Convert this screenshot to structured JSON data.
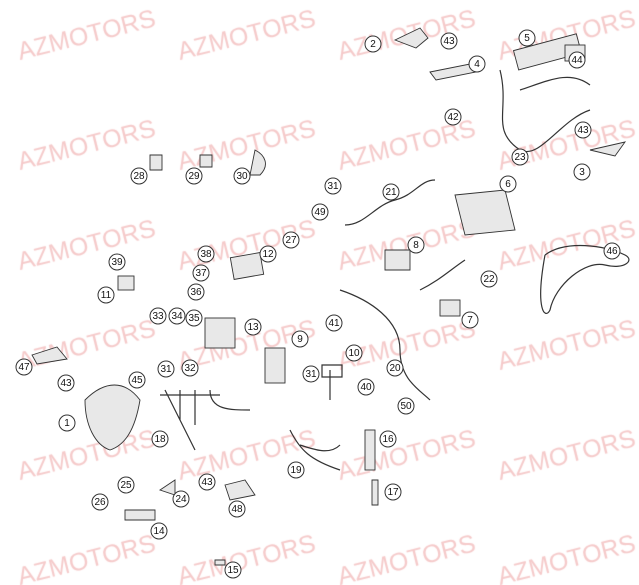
{
  "watermark": "AZMOTORS",
  "watermark_color": "#f2b8b8",
  "callouts": [
    "2",
    "43",
    "4",
    "5",
    "44",
    "42",
    "23",
    "43",
    "3",
    "28",
    "29",
    "30",
    "31",
    "21",
    "6",
    "49",
    "27",
    "8",
    "46",
    "22",
    "38",
    "12",
    "39",
    "37",
    "36",
    "11",
    "41",
    "7",
    "33",
    "34",
    "35",
    "13",
    "9",
    "10",
    "47",
    "31",
    "32",
    "31",
    "40",
    "20",
    "43",
    "45",
    "50",
    "1",
    "16",
    "18",
    "19",
    "43",
    "25",
    "24",
    "17",
    "48",
    "26",
    "14",
    "15"
  ]
}
